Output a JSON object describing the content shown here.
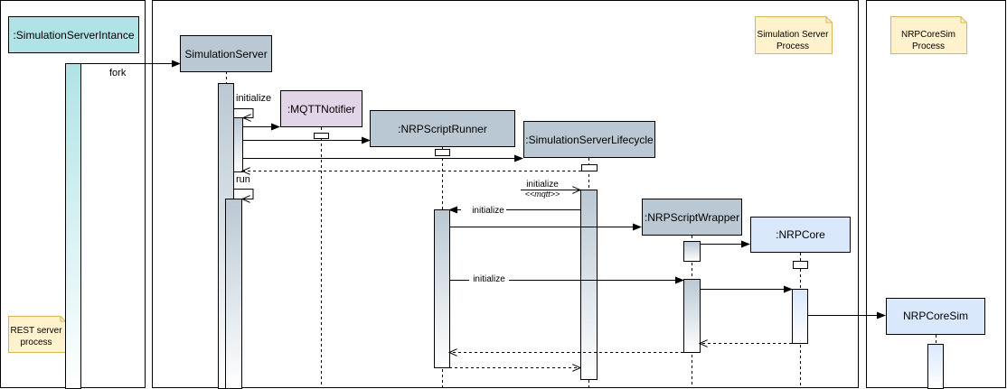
{
  "participants": {
    "simulation_server_intance": ":SimulationServerIntance",
    "simulation_server": "SimulationServer",
    "mqtt_notifier": ":MQTTNotifier",
    "nrp_script_runner": ":NRPScriptRunner",
    "simulation_server_lifecycle": ":SimulationServerLifecycle",
    "nrp_script_wrapper": ":NRPScriptWrapper",
    "nrp_core": ":NRPCore",
    "nrp_core_sim": "NRPCoreSim"
  },
  "notes": {
    "rest_server_line1": "REST server",
    "rest_server_line2": "process",
    "sim_server_line1": "Simulation Server",
    "sim_server_line2": "Process",
    "nrpcoresim_line1": "NRPCoreSim",
    "nrpcoresim_line2": "Process"
  },
  "messages": {
    "fork": "fork",
    "initialize_self": "initialize",
    "run": "run",
    "initialize_mqtt": "initialize",
    "mqtt_stereotype": "<<mqtt>>",
    "initialize_runner": "initialize",
    "initialize_wrapper": "initialize"
  },
  "colors": {
    "teal_fill": "#b0e3e6",
    "gray_fill": "#bac8d3",
    "purple_fill": "#e1d5e7",
    "blue_fill": "#dae8fc",
    "note_fill": "#fff2cc",
    "note_stroke": "#d6b656",
    "border": "#000000"
  }
}
